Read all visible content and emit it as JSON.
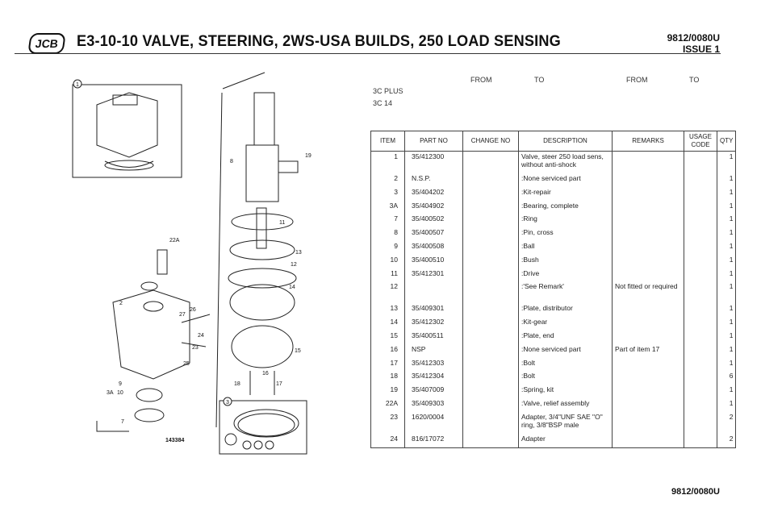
{
  "header": {
    "logo": "JCB",
    "title": "E3-10-10  VALVE, STEERING, 2WS-USA BUILDS, 250 LOAD SENSING",
    "doc_number": "9812/0080U",
    "issue": "ISSUE  1"
  },
  "applicability": {
    "from_label_1": "FROM",
    "to_label_1": "TO",
    "from_label_2": "FROM",
    "to_label_2": "TO",
    "models": [
      "3C PLUS",
      "3C 14"
    ]
  },
  "diagram": {
    "figure_number": "143384",
    "callouts": [
      "1",
      "2",
      "3",
      "3A",
      "7",
      "8",
      "9",
      "10",
      "11",
      "12",
      "13",
      "14",
      "15",
      "16",
      "17",
      "18",
      "19",
      "22A",
      "23",
      "24",
      "25",
      "26",
      "27"
    ]
  },
  "table": {
    "columns": [
      "ITEM",
      "PART NO",
      "CHANGE NO",
      "DESCRIPTION",
      "REMARKS",
      "USAGE CODE",
      "QTY"
    ],
    "rows": [
      {
        "item": "1",
        "part": "35/412300",
        "change": "",
        "desc": "Valve, steer 250 load sens, without anti-shock",
        "remarks": "",
        "usage": "",
        "qty": "1"
      },
      {
        "item": "2",
        "part": "N.S.P.",
        "change": "",
        "desc": ":None serviced part",
        "remarks": "",
        "usage": "",
        "qty": "1"
      },
      {
        "item": "3",
        "part": "35/404202",
        "change": "",
        "desc": ":Kit-repair",
        "remarks": "",
        "usage": "",
        "qty": "1"
      },
      {
        "item": "3A",
        "part": "35/404902",
        "change": "",
        "desc": ":Bearing, complete",
        "remarks": "",
        "usage": "",
        "qty": "1"
      },
      {
        "item": "7",
        "part": "35/400502",
        "change": "",
        "desc": ":Ring",
        "remarks": "",
        "usage": "",
        "qty": "1"
      },
      {
        "item": "8",
        "part": "35/400507",
        "change": "",
        "desc": ":Pin, cross",
        "remarks": "",
        "usage": "",
        "qty": "1"
      },
      {
        "item": "9",
        "part": "35/400508",
        "change": "",
        "desc": ":Ball",
        "remarks": "",
        "usage": "",
        "qty": "1"
      },
      {
        "item": "10",
        "part": "35/400510",
        "change": "",
        "desc": ":Bush",
        "remarks": "",
        "usage": "",
        "qty": "1"
      },
      {
        "item": "11",
        "part": "35/412301",
        "change": "",
        "desc": ":Drive",
        "remarks": "",
        "usage": "",
        "qty": "1"
      },
      {
        "item": "12",
        "part": "",
        "change": "",
        "desc": ":'See Remark'",
        "remarks": "Not fitted or required",
        "usage": "",
        "qty": "1"
      },
      {
        "item": "13",
        "part": "35/409301",
        "change": "",
        "desc": ":Plate, distributor",
        "remarks": "",
        "usage": "",
        "qty": "1"
      },
      {
        "item": "14",
        "part": "35/412302",
        "change": "",
        "desc": ":Kit-gear",
        "remarks": "",
        "usage": "",
        "qty": "1"
      },
      {
        "item": "15",
        "part": "35/400511",
        "change": "",
        "desc": ":Plate, end",
        "remarks": "",
        "usage": "",
        "qty": "1"
      },
      {
        "item": "16",
        "part": "NSP",
        "change": "",
        "desc": ":None serviced part",
        "remarks": "Part of item 17",
        "usage": "",
        "qty": "1"
      },
      {
        "item": "17",
        "part": "35/412303",
        "change": "",
        "desc": ":Bolt",
        "remarks": "",
        "usage": "",
        "qty": "1"
      },
      {
        "item": "18",
        "part": "35/412304",
        "change": "",
        "desc": ":Bolt",
        "remarks": "",
        "usage": "",
        "qty": "6"
      },
      {
        "item": "19",
        "part": "35/407009",
        "change": "",
        "desc": ":Spring, kit",
        "remarks": "",
        "usage": "",
        "qty": "1"
      },
      {
        "item": "22A",
        "part": "35/409303",
        "change": "",
        "desc": ":Valve, relief assembly",
        "remarks": "",
        "usage": "",
        "qty": "1"
      },
      {
        "item": "23",
        "part": "1620/0004",
        "change": "",
        "desc": "Adapter, 3/4\"UNF SAE \"O\" ring, 3/8\"BSP male",
        "remarks": "",
        "usage": "",
        "qty": "2"
      },
      {
        "item": "24",
        "part": "816/17072",
        "change": "",
        "desc": "Adapter",
        "remarks": "",
        "usage": "",
        "qty": "2"
      }
    ]
  },
  "footer": {
    "doc_number": "9812/0080U"
  }
}
